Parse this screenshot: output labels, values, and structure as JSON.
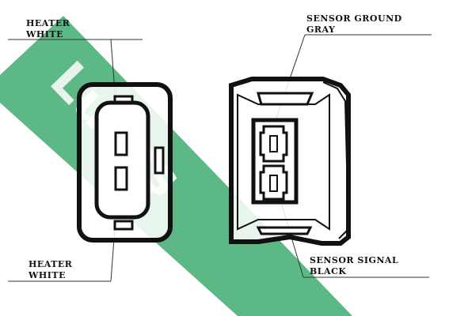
{
  "watermark": {
    "text": "Lucas",
    "color": "#5cb885"
  },
  "labels": {
    "heater_top": {
      "line1": "HEATER",
      "line2": "WHITE"
    },
    "heater_bottom": {
      "line1": "HEATER",
      "line2": "WHITE"
    },
    "sensor_ground": {
      "line1": "SENSOR GROUND",
      "line2": "GRAY"
    },
    "sensor_signal": {
      "line1": "SENSOR SIGNAL",
      "line2": "BLACK"
    }
  },
  "colors": {
    "outline": "#111111",
    "leader_line": "#333333",
    "background": "#ffffff"
  }
}
